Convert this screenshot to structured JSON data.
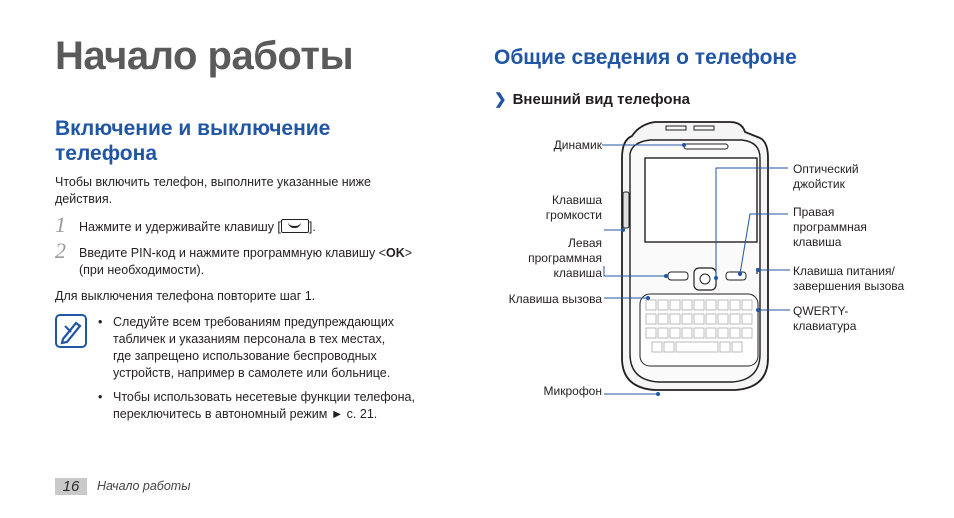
{
  "chapter_title": "Начало работы",
  "left": {
    "heading_line1": "Включение и выключение",
    "heading_line2": "телефона",
    "intro_line1": "Чтобы включить телефон, выполните указанные ниже",
    "intro_line2": "действия.",
    "step1_num": "1",
    "step1_text_before": "Нажмите и удерживайте клавишу [",
    "step1_text_after": "].",
    "step2_num": "2",
    "step2_text_before": "Введите PIN-код и нажмите программную клавишу <",
    "step2_bold": "OK",
    "step2_text_after": ">",
    "step2_line2": "(при необходимости).",
    "off_text": "Для выключения телефона повторите шаг 1.",
    "note_bullet1_lines": [
      "Следуйте всем требованиям предупреждающих",
      "табличек и указаниям персонала в тех местах,",
      "где запрещено использование беспроводных",
      "устройств, например в самолете или больнице."
    ],
    "note_bullet2_line1": "Чтобы использовать несетевые функции телефона,",
    "note_bullet2_line2": "переключитесь в автономный режим ► с. 21."
  },
  "right": {
    "heading": "Общие сведения о телефоне",
    "subheading": "Внешний вид телефона",
    "labels_left": {
      "speaker": "Динамик",
      "volume_l1": "Клавиша",
      "volume_l2": "громкости",
      "left_soft_l1": "Левая",
      "left_soft_l2": "программная",
      "left_soft_l3": "клавиша",
      "call_key": "Клавиша вызова",
      "mic": "Микрофон"
    },
    "labels_right": {
      "joystick_l1": "Оптический",
      "joystick_l2": "джойстик",
      "right_soft_l1": "Правая",
      "right_soft_l2": "программная",
      "right_soft_l3": "клавиша",
      "power_l1": "Клавиша питания/",
      "power_l2": "завершения вызова",
      "qwerty_l1": "QWERTY-",
      "qwerty_l2": "клавиатура"
    }
  },
  "footer": {
    "page_number": "16",
    "section": "Начало работы"
  },
  "colors": {
    "accent": "#2156a5",
    "title_gray": "#5a5a5a",
    "footer_box": "#c9c9c9"
  }
}
